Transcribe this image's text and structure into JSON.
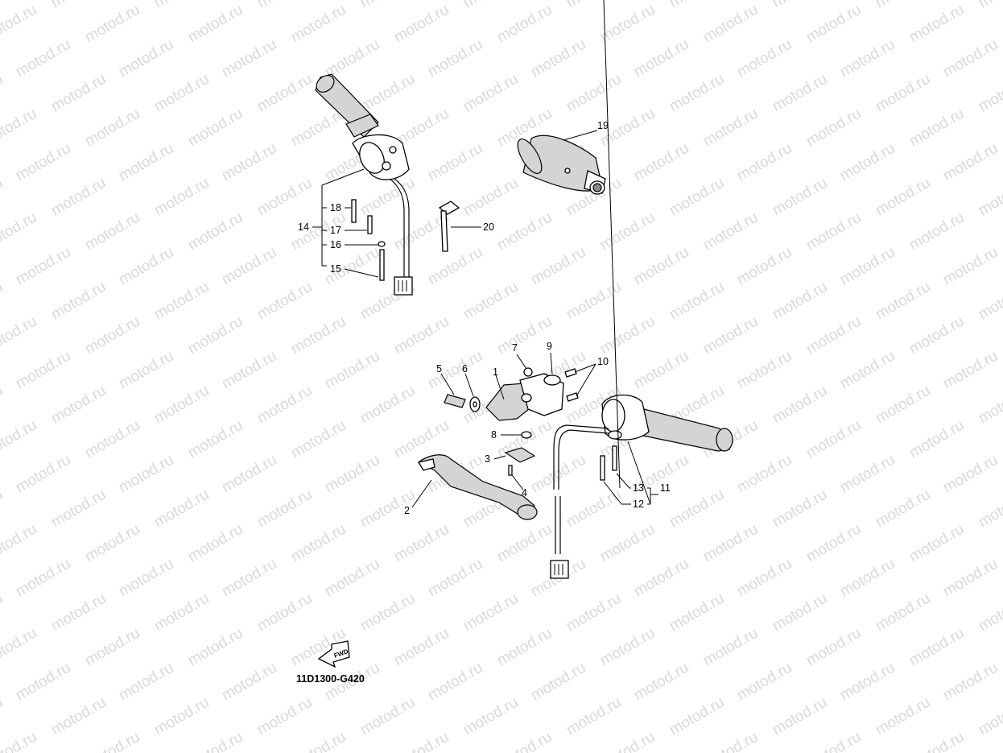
{
  "watermark": {
    "text": "motod.ru",
    "color": "#d9d9d9"
  },
  "diagram": {
    "code": "11D1300-G420",
    "direction_arrow": "FWD",
    "callouts": [
      "1",
      "2",
      "3",
      "4",
      "5",
      "6",
      "7",
      "8",
      "9",
      "10",
      "11",
      "12",
      "13",
      "14",
      "15",
      "16",
      "17",
      "18",
      "19",
      "20"
    ]
  }
}
